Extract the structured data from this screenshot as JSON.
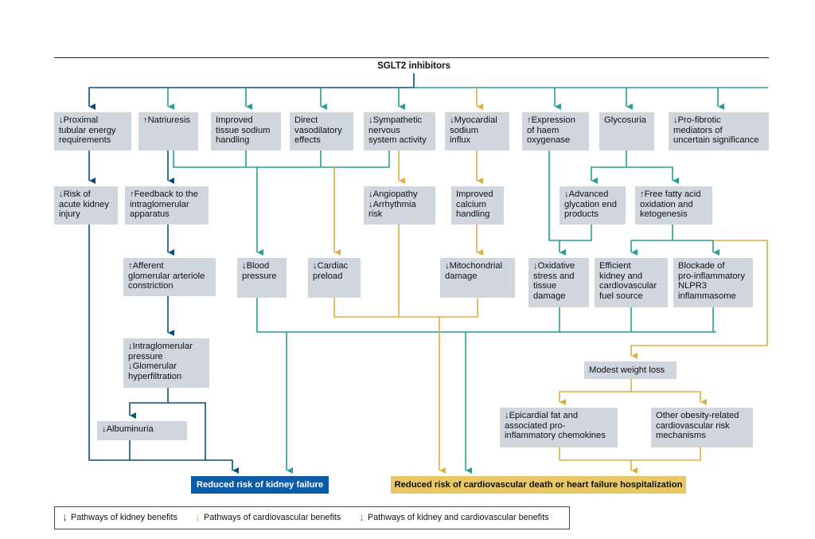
{
  "title": "SGLT2 inhibitors",
  "colors": {
    "kidney": "#0a4f7e",
    "cardiovascular": "#d8b04a",
    "both": "#2a9d96",
    "box": "#cfd6de"
  },
  "boxes": {
    "proximal": "↓Proximal\ntubular energy\nrequirements",
    "natriuresis": "↑Natriuresis",
    "tissue_sodium": "Improved\ntissue sodium\nhandling",
    "vasodilatory": "Direct\nvasodilatory\neffects",
    "sympathetic": "↓Sympathetic\nnervous\nsystem activity",
    "myocardial_sodium": "↓Myocardial\nsodium\ninflux",
    "haem": "↑Expression\nof haem\noxygenase",
    "glycosuria": "Glycosuria",
    "profibrotic": "↓Pro-fibrotic\nmediators of\nuncertain significance",
    "aki": "↓Risk of\nacute kidney\ninjury",
    "feedback": "↑Feedback to the\nintraglomerular\napparatus",
    "angiopathy": "↓Angiopathy\n↓Arrhythmia\nrisk",
    "calcium": "Improved\ncalcium\nhandling",
    "age": "↓Advanced\nglycation end\nproducts",
    "ffa": "↑Free fatty acid\noxidation and\nketogenesis",
    "afferent": "↑Afferent\nglomerular arteriole\nconstriction",
    "bp": "↓Blood\npressure",
    "preload": "↓Cardiac\npreload",
    "mito": "↓Mitochondrial\ndamage",
    "oxidative": "↓Oxidative\nstress and\ntissue\ndamage",
    "fuel": "Efficient\nkidney and\ncardiovascular\nfuel source",
    "nlrp3": "Blockade of\npro-inflammatory\nNLPR3\ninflammasome",
    "intraglom": "↓Intraglomerular\npressure\n↓Glomerular\nhyperfiltration",
    "weight": "Modest weight loss",
    "albuminuria": "↓Albuminuria",
    "epicardial": "↓Epicardial fat and\nassociated pro-\ninflammatory chemokines",
    "obesity": "Other obesity-related\ncardiovascular risk\nmechanisms"
  },
  "outcomes": {
    "kidney": "Reduced risk of kidney failure",
    "cardiovascular": "Reduced risk of cardiovascular death or heart failure hospitalization"
  },
  "legend": {
    "kidney": "Pathways of kidney benefits",
    "cardiovascular": "Pathways of cardiovascular benefits",
    "both": "Pathways of kidney and cardiovascular benefits"
  }
}
